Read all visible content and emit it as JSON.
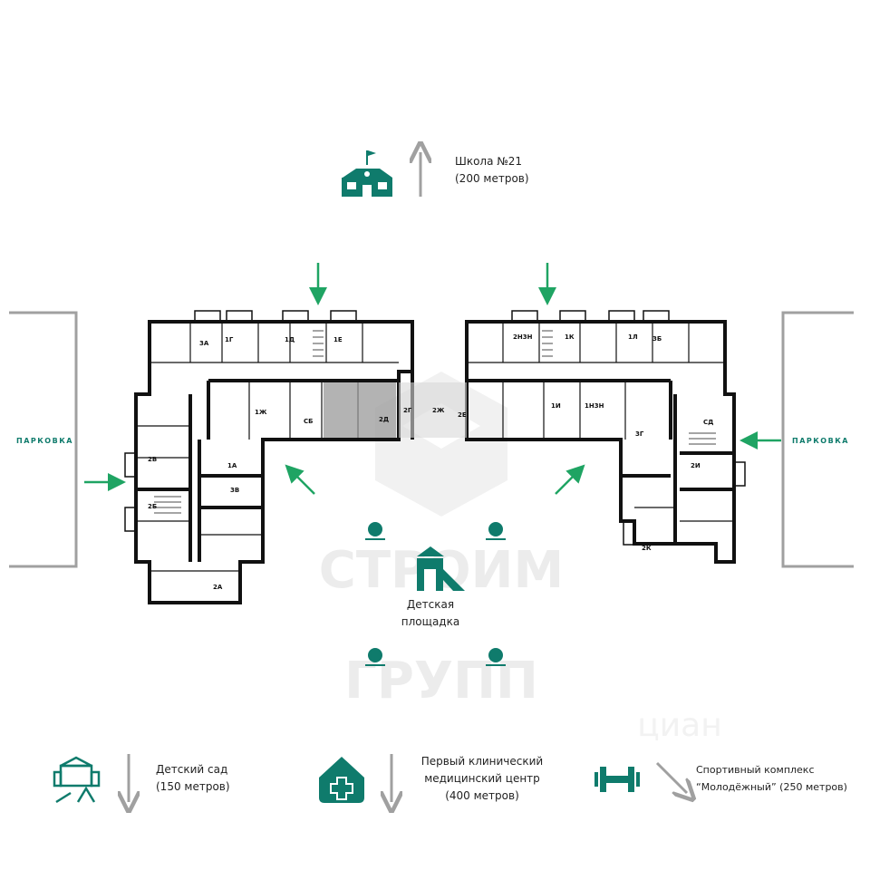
{
  "colors": {
    "accent_teal": "#0f7b6c",
    "arrow_green": "#1fa463",
    "gray_arrow": "#a0a0a0",
    "wall": "#111111",
    "highlight_unit": "#9a9a9a"
  },
  "watermark": {
    "line1": "СТРОИМ",
    "line2": "ГРУПП",
    "corner": "циан"
  },
  "school": {
    "icon": "school-icon",
    "name": "Школа №21",
    "distance": "(200 метров)"
  },
  "kindergarten": {
    "icon": "kindergarten-icon",
    "name": "Детский сад",
    "distance": "(150 метров)"
  },
  "clinic": {
    "icon": "clinic-icon",
    "line1": "Первый клинический",
    "line2": "медицинский центр",
    "distance": "(400 метров)"
  },
  "sport": {
    "icon": "dumbbell-icon",
    "line1": "Спортивный комплекс",
    "line2": "“Молодёжный” (250 метров)"
  },
  "playground": {
    "icon": "playground-icon",
    "line1": "Детская",
    "line2": "площадка"
  },
  "parking": {
    "left": "ПАРКОВКА",
    "right": "ПАРКОВКА"
  },
  "units": {
    "u3A": "3А",
    "u1G": "1Г",
    "u1D": "1Д",
    "u1E": "1Е",
    "u1Zh": "1Ж",
    "uSB": "СБ",
    "u2D": "2Д",
    "u2G": "2Г",
    "u2Zh": "2Ж",
    "u2E": "2Е",
    "u2N3N": "2Н3Н",
    "u1K": "1К",
    "u1L": "1Л",
    "u3B": "3Б",
    "u1I": "1И",
    "u1N3N": "1Н3Н",
    "uSD": "СД",
    "u3G": "3Г",
    "u2I": "2И",
    "u2K": "2К",
    "u2V": "2В",
    "u2B": "2Б",
    "u1A": "1А",
    "u3V": "3В",
    "u2A": "2А"
  }
}
